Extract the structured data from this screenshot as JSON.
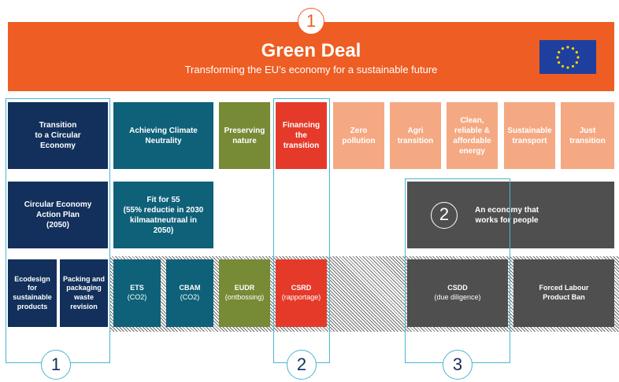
{
  "banner": {
    "number": "1",
    "title": "Green Deal",
    "subtitle": "Transforming the EU’s economy for a sustainable future",
    "color": "#ee5d23"
  },
  "columns_top": [
    {
      "id": "circular",
      "label": "Transition\nto a Circular\nEconomy"
    },
    {
      "id": "climate",
      "label": "Achieving Climate\nNeutrality"
    },
    {
      "id": "nature",
      "label": "Preserving\nnature"
    },
    {
      "id": "financing",
      "label": "Financing\nthe\ntransition"
    },
    {
      "id": "zero-pollution",
      "label": "Zero\npollution"
    },
    {
      "id": "agri",
      "label": "Agri\ntransition"
    },
    {
      "id": "clean-energy",
      "label": "Clean,\nreliable &\naffordable\nenergy"
    },
    {
      "id": "transport",
      "label": "Sustainable\ntransport"
    },
    {
      "id": "just",
      "label": "Just\ntransition"
    }
  ],
  "mid": {
    "ceap": "Circular Economy\nAction Plan\n(2050)",
    "fit55": "Fit for 55\n(55% reductie in 2030\nkilmaatneutraal in\n2050)",
    "economy_number": "2",
    "economy_label": "An economy that\nworks for people"
  },
  "bottom": [
    {
      "id": "ecodesign",
      "title": "Ecodesign\nfor\nsustainable\nproducts",
      "sub": ""
    },
    {
      "id": "packing",
      "title": "Packing and\npackaging\nwaste\nrevision",
      "sub": ""
    },
    {
      "id": "ets",
      "title": "ETS",
      "sub": "(CO2)"
    },
    {
      "id": "cbam",
      "title": "CBAM",
      "sub": "(CO2)"
    },
    {
      "id": "eudr",
      "title": "EUDR",
      "sub": "(ontbossing)"
    },
    {
      "id": "csrd",
      "title": "CSRD",
      "sub": "(rapportage)"
    },
    {
      "id": "csdd",
      "title": "CSDD",
      "sub": "(due diligence)"
    },
    {
      "id": "forced-labour",
      "title": "Forced Labour\nProduct Ban",
      "sub": ""
    }
  ],
  "outline_numbers": [
    "1",
    "2",
    "3"
  ],
  "colors": {
    "navy": "#12305b",
    "teal": "#0e6178",
    "olive": "#778a35",
    "red": "#e53a2a",
    "peach": "#f4a983",
    "grey": "#4f4f4f",
    "outline": "#49b7cf"
  }
}
